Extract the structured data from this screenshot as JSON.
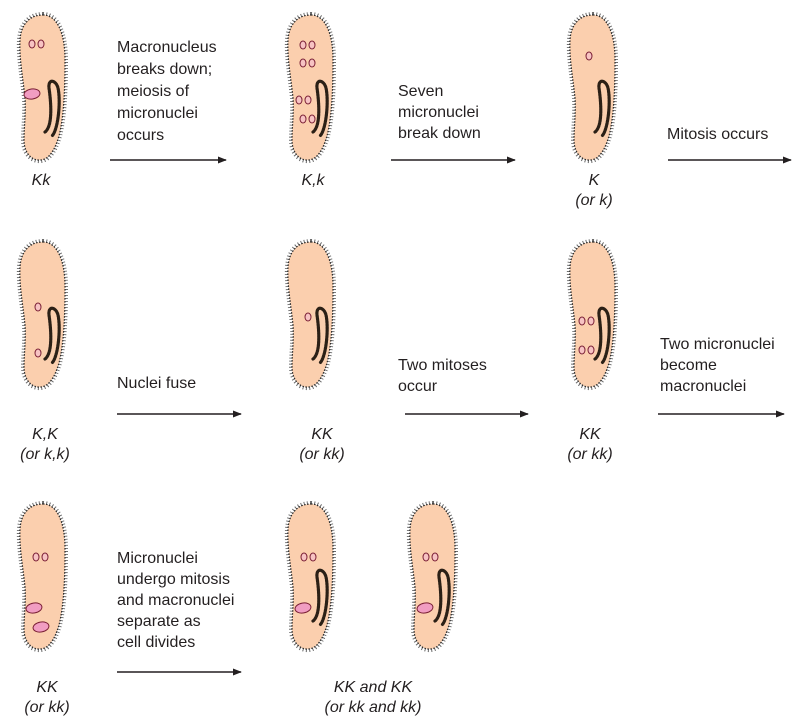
{
  "colors": {
    "cell_fill": "#FBCFAE",
    "cell_outline": "#2b2b2b",
    "cilia": "#6b6b6b",
    "micronucleus_fill": "#F7C3C3",
    "macronucleus_fill": "#F19DC2",
    "nucleus_stroke": "#7a1f35",
    "arrow": "#231f20",
    "text": "#231f20"
  },
  "cells": [
    {
      "id": "c1",
      "genotype": [
        "Kk"
      ],
      "micronuclei": 2,
      "macronuclei": 1,
      "canal": true
    },
    {
      "id": "c2",
      "genotype": [
        "K,k"
      ],
      "micronuclei": 8,
      "macronuclei": 0,
      "canal": true
    },
    {
      "id": "c3",
      "genotype": [
        "K",
        "(or k)"
      ],
      "micronuclei": 1,
      "macronuclei": 0,
      "canal": true
    },
    {
      "id": "c4",
      "genotype": [
        "K,K",
        "(or k,k)"
      ],
      "micronuclei": 2,
      "macronuclei": 0,
      "canal": true
    },
    {
      "id": "c5",
      "genotype": [
        "KK",
        "(or kk)"
      ],
      "micronuclei": 1,
      "macronuclei": 0,
      "canal": true
    },
    {
      "id": "c6",
      "genotype": [
        "KK",
        "(or kk)"
      ],
      "micronuclei": 4,
      "macronuclei": 0,
      "canal": true
    },
    {
      "id": "c7",
      "genotype": [
        "KK",
        "(or kk)"
      ],
      "micronuclei": 2,
      "macronuclei": 2,
      "canal": false
    },
    {
      "id": "c8",
      "genotype": [],
      "micronuclei": 2,
      "macronuclei": 1,
      "canal": true
    },
    {
      "id": "c9",
      "genotype": [],
      "micronuclei": 2,
      "macronuclei": 1,
      "canal": true
    }
  ],
  "pair_label": [
    "KK and KK",
    "(or kk and kk)"
  ],
  "steps": [
    {
      "id": "s1",
      "lines": [
        "Macronucleus",
        "breaks down;",
        "meiosis of",
        "micronuclei",
        "occurs"
      ]
    },
    {
      "id": "s2",
      "lines": [
        "Seven",
        "micronuclei",
        "break down"
      ]
    },
    {
      "id": "s3",
      "lines": [
        "Mitosis occurs"
      ]
    },
    {
      "id": "s4",
      "lines": [
        "Nuclei fuse"
      ]
    },
    {
      "id": "s5",
      "lines": [
        "Two mitoses",
        "occur"
      ]
    },
    {
      "id": "s6",
      "lines": [
        "Two micronuclei",
        "become",
        "macronuclei"
      ]
    },
    {
      "id": "s7",
      "lines": [
        "Micronuclei",
        "undergo mitosis",
        "and macronuclei",
        "separate as",
        "cell divides"
      ]
    }
  ]
}
